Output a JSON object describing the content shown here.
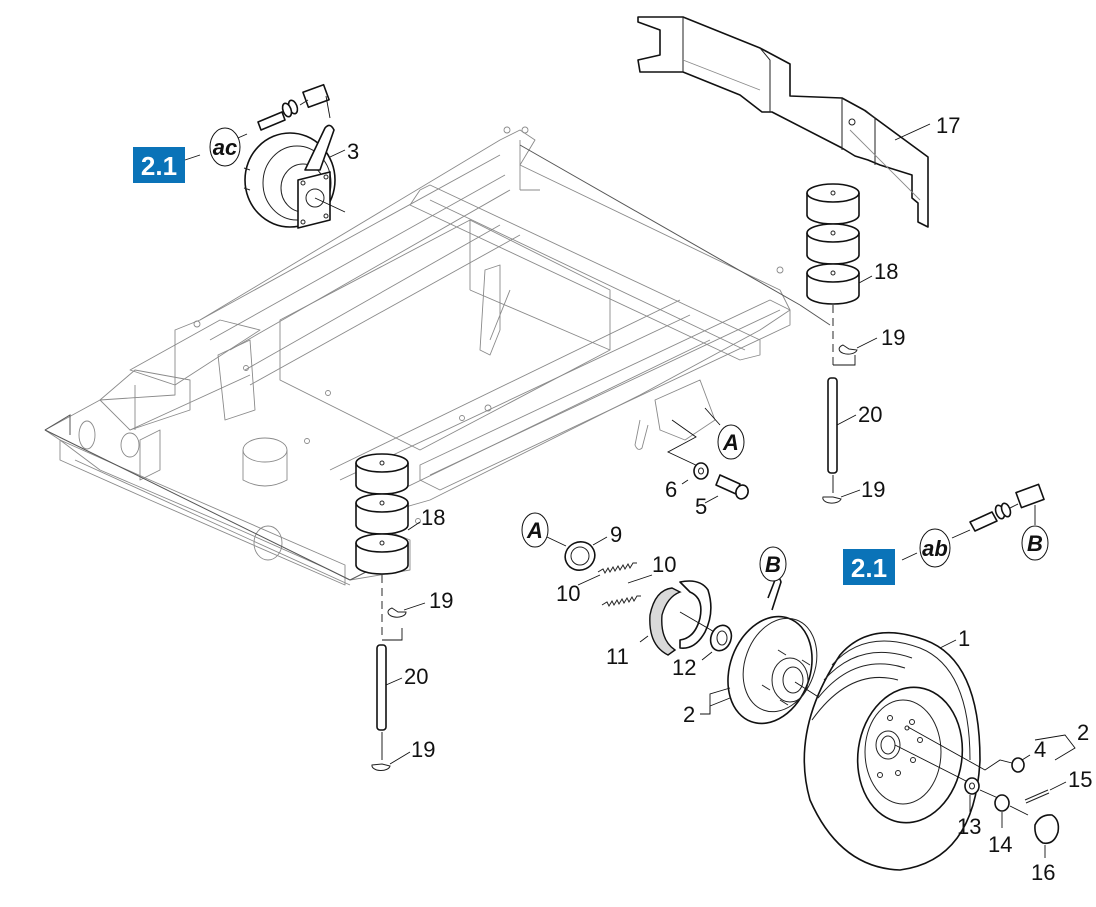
{
  "diagram": {
    "type": "exploded-parts-view",
    "subject": "Trailer frame with rear wheel, brake drum, spacers and linkage",
    "colors": {
      "badge": "#0a73b8",
      "line": "#111111",
      "frame_line": "#8a8a8a",
      "background": "#ffffff"
    },
    "badges": [
      {
        "id": "badge-top",
        "label": "2.1"
      },
      {
        "id": "badge-right",
        "label": "2.1"
      }
    ],
    "references": [
      {
        "id": "ref-ac",
        "label": "ac"
      },
      {
        "id": "ref-ab",
        "label": "ab"
      },
      {
        "id": "ref-a-frame",
        "label": "A"
      },
      {
        "id": "ref-a-bearing",
        "label": "A"
      },
      {
        "id": "ref-b-lever",
        "label": "B"
      },
      {
        "id": "ref-b-cable",
        "label": "B"
      }
    ],
    "callouts": [
      {
        "id": "c1",
        "label": "1",
        "part": "wheel-tire"
      },
      {
        "id": "c2a",
        "label": "2",
        "part": "hub-group"
      },
      {
        "id": "c2b",
        "label": "2",
        "part": "hub-group"
      },
      {
        "id": "c3",
        "label": "3",
        "part": "brake-drum-assembly"
      },
      {
        "id": "c4",
        "label": "4",
        "part": "wheel-nut"
      },
      {
        "id": "c5",
        "label": "5",
        "part": "cap-screw"
      },
      {
        "id": "c6",
        "label": "6",
        "part": "washer"
      },
      {
        "id": "c9",
        "label": "9",
        "part": "bearing"
      },
      {
        "id": "c10a",
        "label": "10",
        "part": "spring"
      },
      {
        "id": "c10b",
        "label": "10",
        "part": "spring"
      },
      {
        "id": "c11",
        "label": "11",
        "part": "brake-shoe"
      },
      {
        "id": "c12",
        "label": "12",
        "part": "bearing"
      },
      {
        "id": "c13",
        "label": "13",
        "part": "washer"
      },
      {
        "id": "c14",
        "label": "14",
        "part": "castle-nut"
      },
      {
        "id": "c15",
        "label": "15",
        "part": "cotter-pin"
      },
      {
        "id": "c16",
        "label": "16",
        "part": "dust-cap"
      },
      {
        "id": "c17",
        "label": "17",
        "part": "cross-member"
      },
      {
        "id": "c18a",
        "label": "18",
        "part": "spacer-stack"
      },
      {
        "id": "c18b",
        "label": "18",
        "part": "spacer-stack"
      },
      {
        "id": "c19a",
        "label": "19",
        "part": "e-clip"
      },
      {
        "id": "c19b",
        "label": "19",
        "part": "e-clip"
      },
      {
        "id": "c19c",
        "label": "19",
        "part": "e-clip"
      },
      {
        "id": "c19d",
        "label": "19",
        "part": "e-clip"
      },
      {
        "id": "c20a",
        "label": "20",
        "part": "pin"
      },
      {
        "id": "c20b",
        "label": "20",
        "part": "pin"
      }
    ]
  }
}
